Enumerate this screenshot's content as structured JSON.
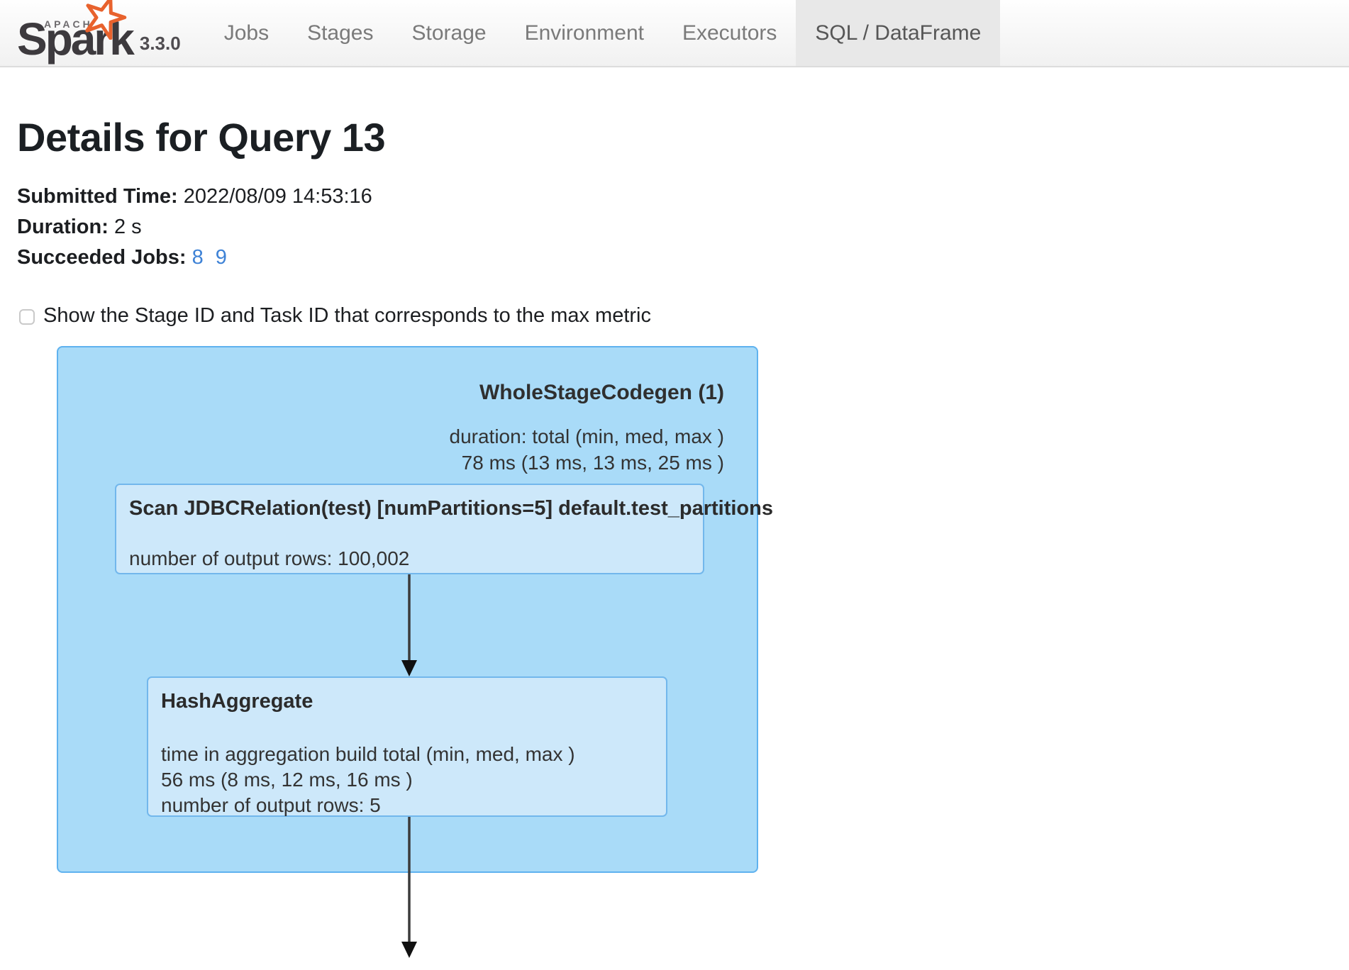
{
  "navbar": {
    "brand": {
      "apache": "APACHE",
      "name": "Spark",
      "version": "3.3.0"
    },
    "tabs": [
      {
        "label": "Jobs",
        "active": false
      },
      {
        "label": "Stages",
        "active": false
      },
      {
        "label": "Storage",
        "active": false
      },
      {
        "label": "Environment",
        "active": false
      },
      {
        "label": "Executors",
        "active": false
      },
      {
        "label": "SQL / DataFrame",
        "active": true
      }
    ]
  },
  "page": {
    "title": "Details for Query 13"
  },
  "summary": {
    "submitted_label": "Submitted Time:",
    "submitted_value": "2022/08/09 14:53:16",
    "duration_label": "Duration:",
    "duration_value": "2 s",
    "jobs_label": "Succeeded Jobs:",
    "job_links": [
      "8",
      "9"
    ]
  },
  "options": {
    "max_metric_checkbox_label": "Show the Stage ID and Task ID that corresponds to the max metric",
    "max_metric_checkbox_checked": false
  },
  "dag": {
    "cluster": {
      "title": "WholeStageCodegen (1)",
      "duration_line1": "duration: total (min, med, max )",
      "duration_line2": "78 ms (13 ms, 13 ms, 25 ms )"
    },
    "nodes": [
      {
        "title": "Scan JDBCRelation(test) [numPartitions=5] default.test_partitions",
        "metrics": [
          "number of output rows: 100,002"
        ]
      },
      {
        "title": "HashAggregate",
        "metrics": [
          "time in aggregation build total (min, med, max )",
          "56 ms (8 ms, 12 ms, 16 ms )",
          "number of output rows: 5"
        ]
      }
    ]
  },
  "colors": {
    "cluster_fill": "#a9dbf8",
    "cluster_border": "#5fb2ef",
    "node_fill": "#cde8fa",
    "node_border": "#72b7ec",
    "link_blue": "#3e82d6",
    "active_tab_bg": "#e8e8e8",
    "edge": "#3b3b3b"
  }
}
